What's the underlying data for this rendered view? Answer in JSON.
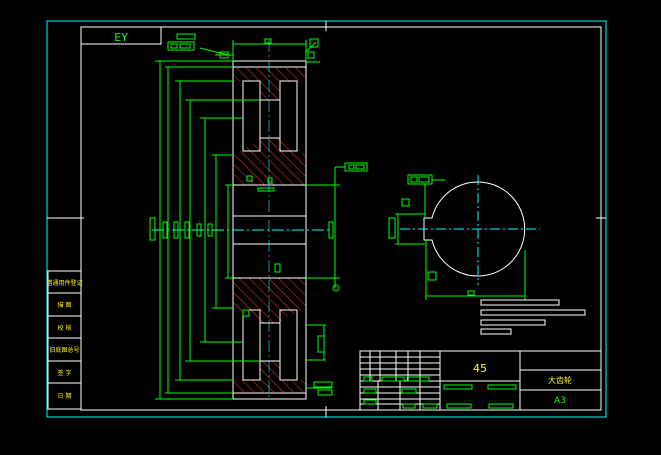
{
  "drawing": {
    "corner_code": "EY",
    "material": "45",
    "part_name": "大齿轮",
    "sheet_size": "A3"
  },
  "left_table": {
    "rows": [
      "借通用件登记",
      "描 图",
      "校 核",
      "旧底图总号",
      "签 字",
      "日 期"
    ]
  },
  "colors": {
    "background": "#000000",
    "frame": "#00ffff",
    "outline": "#ffffff",
    "dimension": "#00ff00",
    "hatch": "#ff3a2a",
    "center_line": "#00ffff",
    "table_text": "#ffff00"
  }
}
